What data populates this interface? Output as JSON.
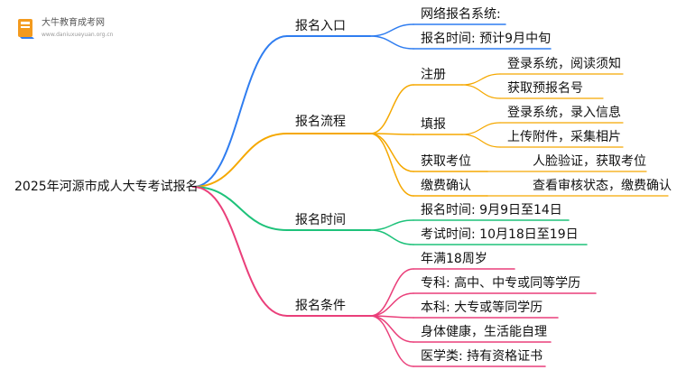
{
  "logo": {
    "name": "大牛教育成考网",
    "url": "www.daniuxueyuan.org.cn"
  },
  "root": "2025年河源市成人大专考试报名",
  "colors": {
    "blue": "#2f7df0",
    "orange": "#f5a800",
    "green": "#1ec27a",
    "pink": "#ea3f7a"
  },
  "branches": [
    {
      "label": "报名入口",
      "color": "blue",
      "children": [
        {
          "label": "网络报名系统:"
        },
        {
          "label": "报名时间: 预计9月中旬"
        }
      ]
    },
    {
      "label": "报名流程",
      "color": "orange",
      "children": [
        {
          "label": "注册",
          "children": [
            {
              "label": "登录系统，阅读须知"
            },
            {
              "label": "获取预报名号"
            }
          ]
        },
        {
          "label": "填报",
          "children": [
            {
              "label": "登录系统，录入信息"
            },
            {
              "label": "上传附件，采集相片"
            }
          ]
        },
        {
          "label": "获取考位",
          "children": [
            {
              "label": "人脸验证，获取考位"
            }
          ]
        },
        {
          "label": "缴费确认",
          "children": [
            {
              "label": "查看审核状态，缴费确认"
            }
          ]
        }
      ]
    },
    {
      "label": "报名时间",
      "color": "green",
      "children": [
        {
          "label": "报名时间: 9月9日至14日"
        },
        {
          "label": "考试时间: 10月18日至19日"
        }
      ]
    },
    {
      "label": "报名条件",
      "color": "pink",
      "children": [
        {
          "label": "年满18周岁"
        },
        {
          "label": "专科: 高中、中专或同等学历"
        },
        {
          "label": "本科: 大专或等同学历"
        },
        {
          "label": "身体健康，生活能自理"
        },
        {
          "label": "医学类: 持有资格证书"
        }
      ]
    }
  ]
}
